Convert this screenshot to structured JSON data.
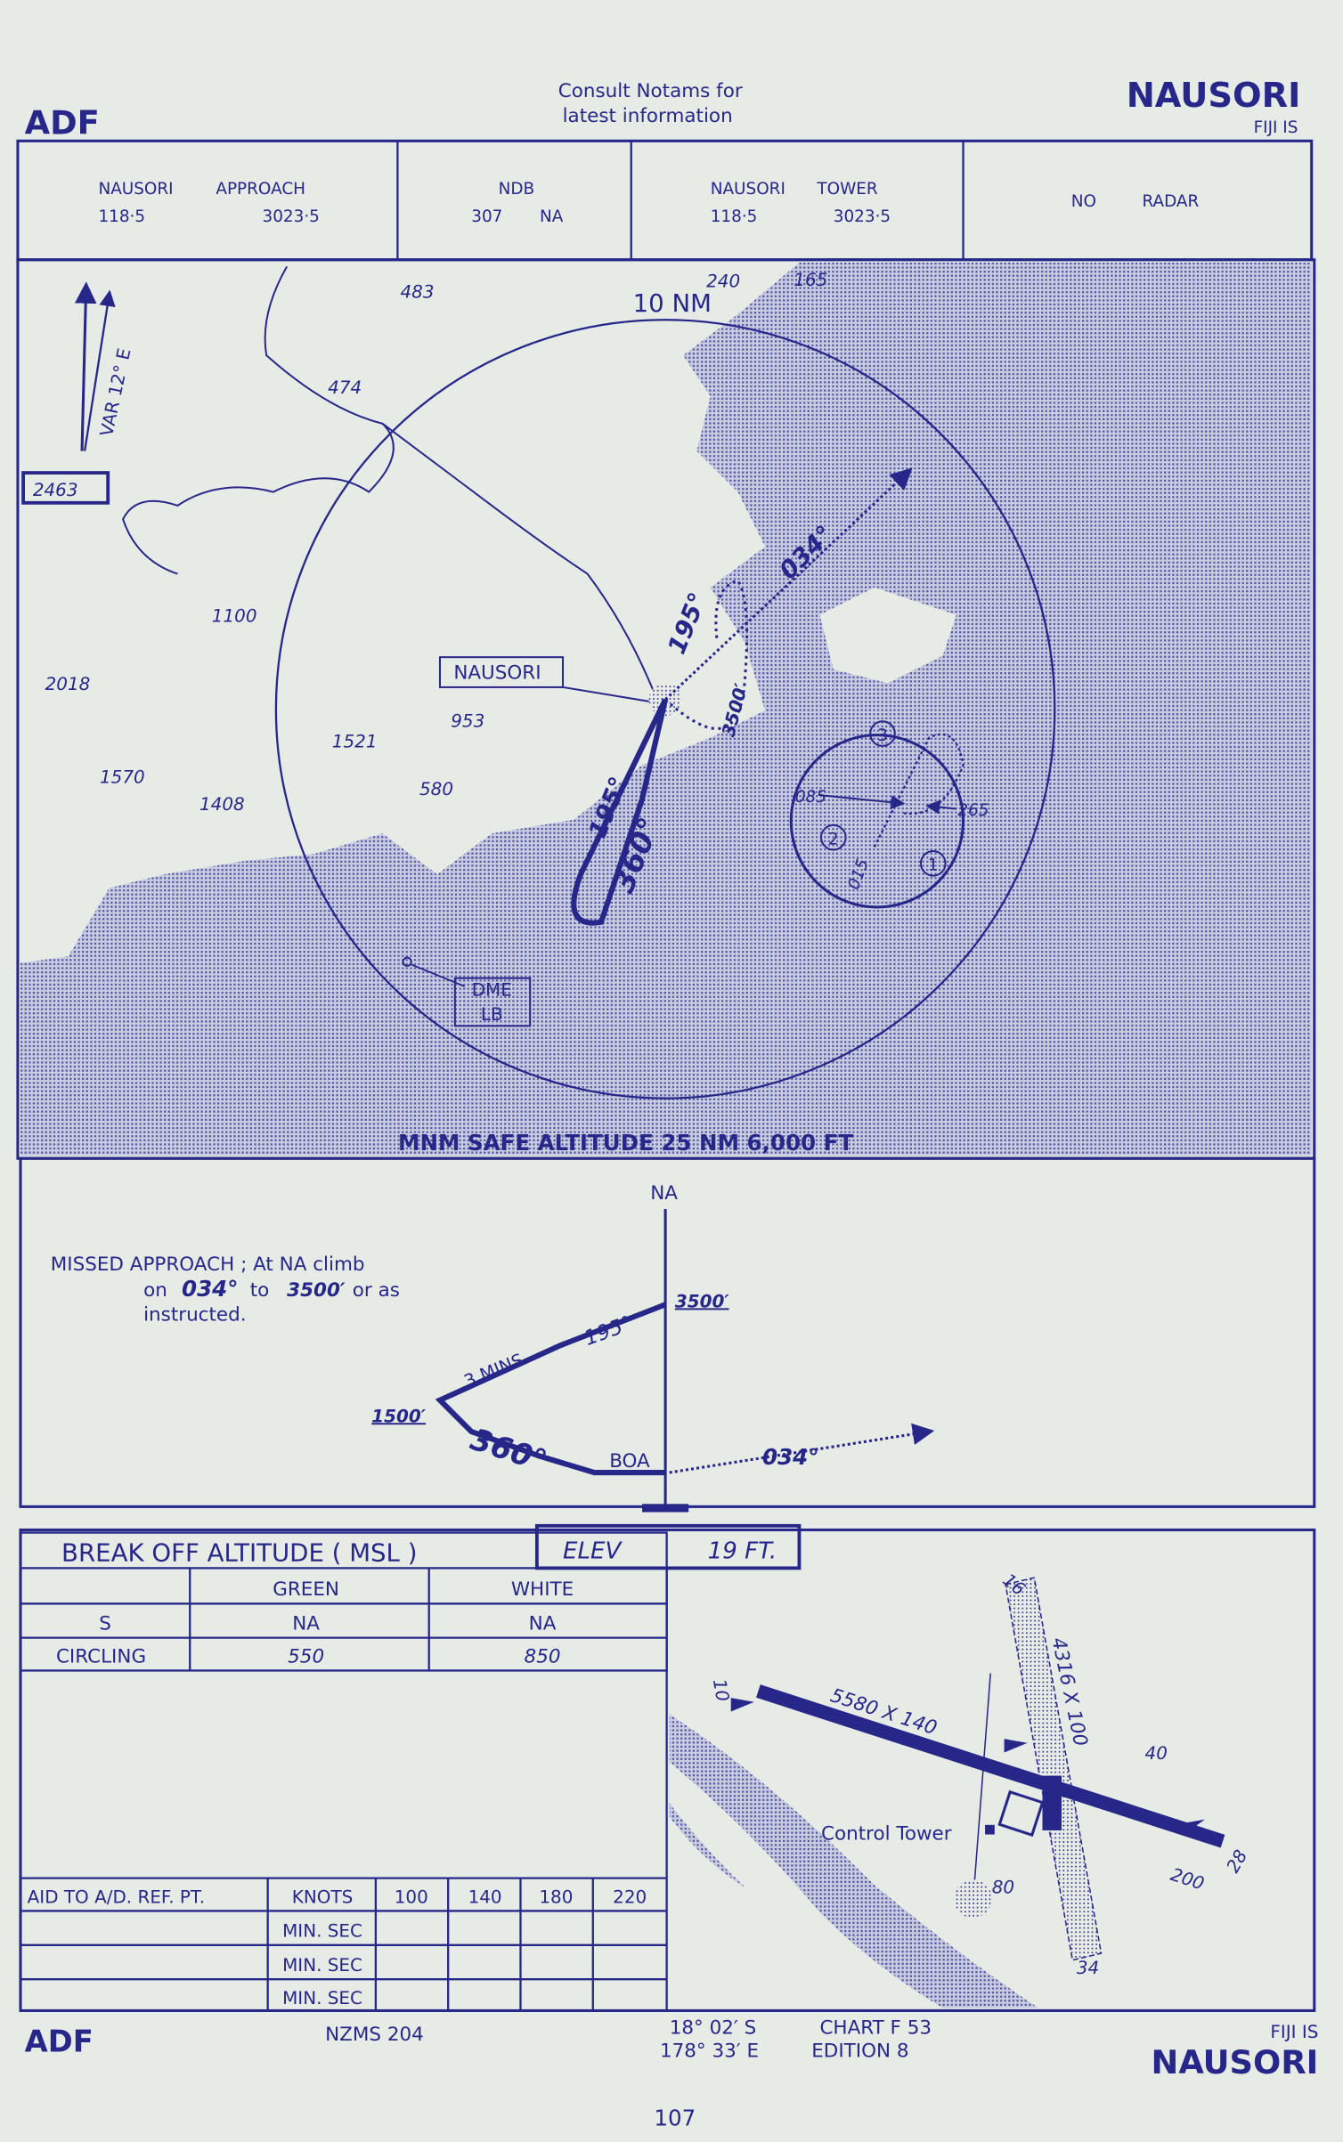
{
  "header": {
    "procedure": "ADF",
    "notice_line1": "Consult Notams for",
    "notice_line2": "latest information",
    "airport": "NAUSORI",
    "country": "FIJI IS"
  },
  "comms": {
    "approach_name": "NAUSORI",
    "approach_label": "APPROACH",
    "approach_vhf": "118·5",
    "approach_hf": "3023·5",
    "ndb_label": "NDB",
    "ndb_freq": "307",
    "ndb_ident": "NA",
    "tower_name": "NAUSORI",
    "tower_label": "TOWER",
    "tower_vhf": "118·5",
    "tower_hf": "3023·5",
    "radar_no": "NO",
    "radar_label": "RADAR"
  },
  "plan": {
    "variation": "VAR 12° E",
    "max_elev": "2463",
    "range_ring": "10 NM",
    "spot_heights": [
      "483",
      "240",
      "165",
      "474",
      "1100",
      "2018",
      "1570",
      "1408",
      "1521",
      "580",
      "953"
    ],
    "nausori_label": "NAUSORI",
    "dme_label_1": "DME",
    "dme_label_2": "LB",
    "outbound": "195°",
    "inbound": "360°",
    "missed_track": "034°",
    "missed_alt": "3500′",
    "procedure_turn": "195°",
    "circling_headings": [
      "085",
      "265",
      "015"
    ],
    "circling_numbers": [
      "1",
      "2",
      "3"
    ],
    "msa": "MNM SAFE ALTITUDE  25 NM  6,000 FT"
  },
  "profile": {
    "fix": "NA",
    "missed_text_1": "MISSED APPROACH ; At NA climb",
    "missed_text_2a": "on",
    "missed_text_2b": "034°",
    "missed_text_2c": "to",
    "missed_text_2d": "3500′",
    "missed_text_2e": "or as",
    "missed_text_3": "instructed.",
    "alt_3500": "3500′",
    "alt_1500": "1500′",
    "outbound": "195°",
    "time": "3 MINS",
    "inbound": "360°",
    "boa": "BOA",
    "missed_track": "034°"
  },
  "break_off": {
    "title": "BREAK OFF ALTITUDE ( MSL )",
    "elev_label": "ELEV",
    "elev_value": "19 FT.",
    "columns": [
      "",
      "GREEN",
      "WHITE"
    ],
    "rows": [
      {
        "label": "S",
        "green": "NA",
        "white": "NA"
      },
      {
        "label": "CIRCLING",
        "green": "550",
        "white": "850"
      }
    ]
  },
  "timing": {
    "header": [
      "AID TO A/D. REF. PT.",
      "KNOTS",
      "100",
      "140",
      "180",
      "220"
    ],
    "row_label": "MIN. SEC"
  },
  "aerodrome": {
    "rwy_main": "5580 X 140",
    "rwy_cross": "4316 X 100",
    "ends": [
      "10",
      "28",
      "200",
      "16",
      "34"
    ],
    "tower": "Control Tower",
    "obst_1": "40",
    "obst_2": "80"
  },
  "footer": {
    "procedure": "ADF",
    "map_ref": "NZMS  204",
    "lat": "18° 02′ S",
    "lon": "178° 33′ E",
    "chart": "CHART  F 53",
    "edition": "EDITION  8",
    "country": "FIJI IS",
    "airport": "NAUSORI",
    "page": "107"
  },
  "colors": {
    "ink": "#27278a",
    "paper": "#e7ebe5"
  }
}
